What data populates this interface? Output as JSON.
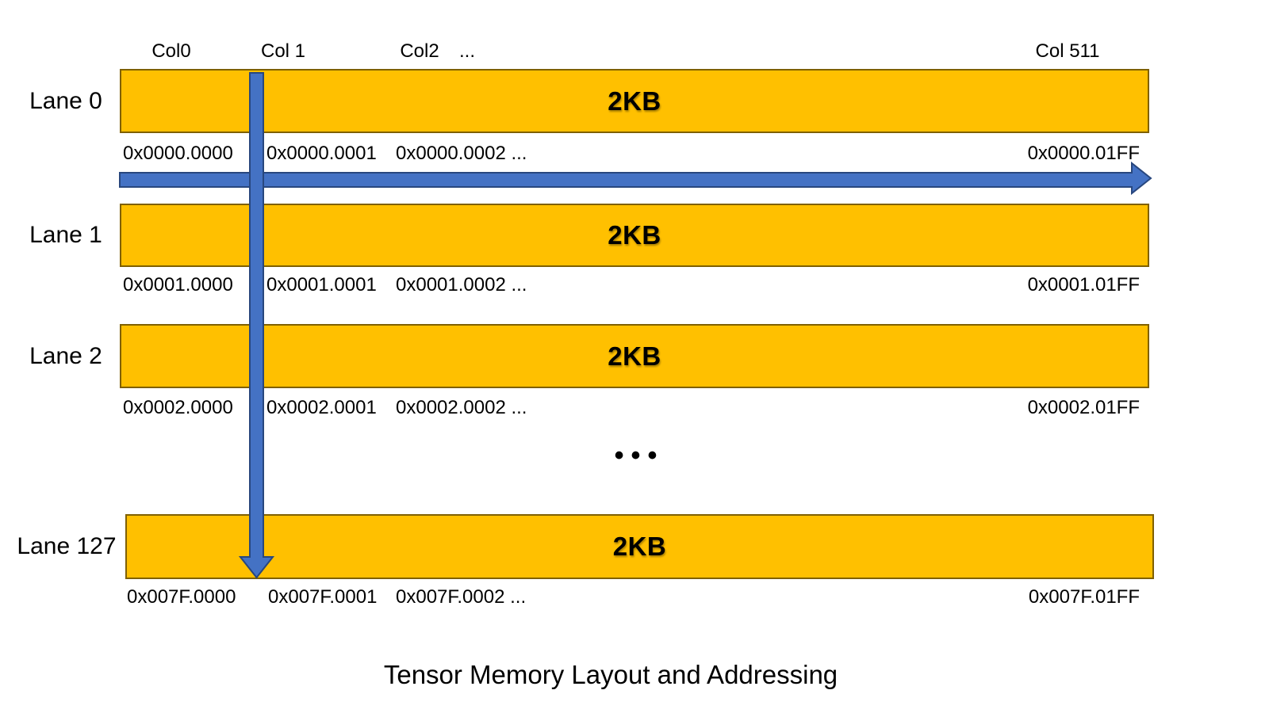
{
  "title": "Tensor Memory Layout and Addressing",
  "column_headers": [
    "Col0",
    "Col 1",
    "Col2",
    "...",
    "Col 511"
  ],
  "lanes": [
    {
      "label": "Lane 0",
      "capacity": "2KB",
      "addresses": [
        "0x0000.0000",
        "0x0000.0001",
        "0x0000.0002 ...",
        "0x0000.01FF"
      ]
    },
    {
      "label": "Lane 1",
      "capacity": "2KB",
      "addresses": [
        "0x0001.0000",
        "0x0001.0001",
        "0x0001.0002 ...",
        "0x0001.01FF"
      ]
    },
    {
      "label": "Lane 2",
      "capacity": "2KB",
      "addresses": [
        "0x0002.0000",
        "0x0002.0001",
        "0x0002.0002 ...",
        "0x0002.01FF"
      ]
    },
    {
      "label": "Lane 127",
      "capacity": "2KB",
      "addresses": [
        "0x007F.0000",
        "0x007F.0001",
        "0x007F.0002 ...",
        "0x007F.01FF"
      ]
    }
  ],
  "hidden_lanes_ellipsis": "•••",
  "colors": {
    "bar_fill": "#FFC000",
    "bar_border": "#7F6000",
    "arrow_fill": "#4472C4",
    "arrow_border": "#28477E",
    "text": "#000000",
    "background": "#FFFFFF"
  }
}
